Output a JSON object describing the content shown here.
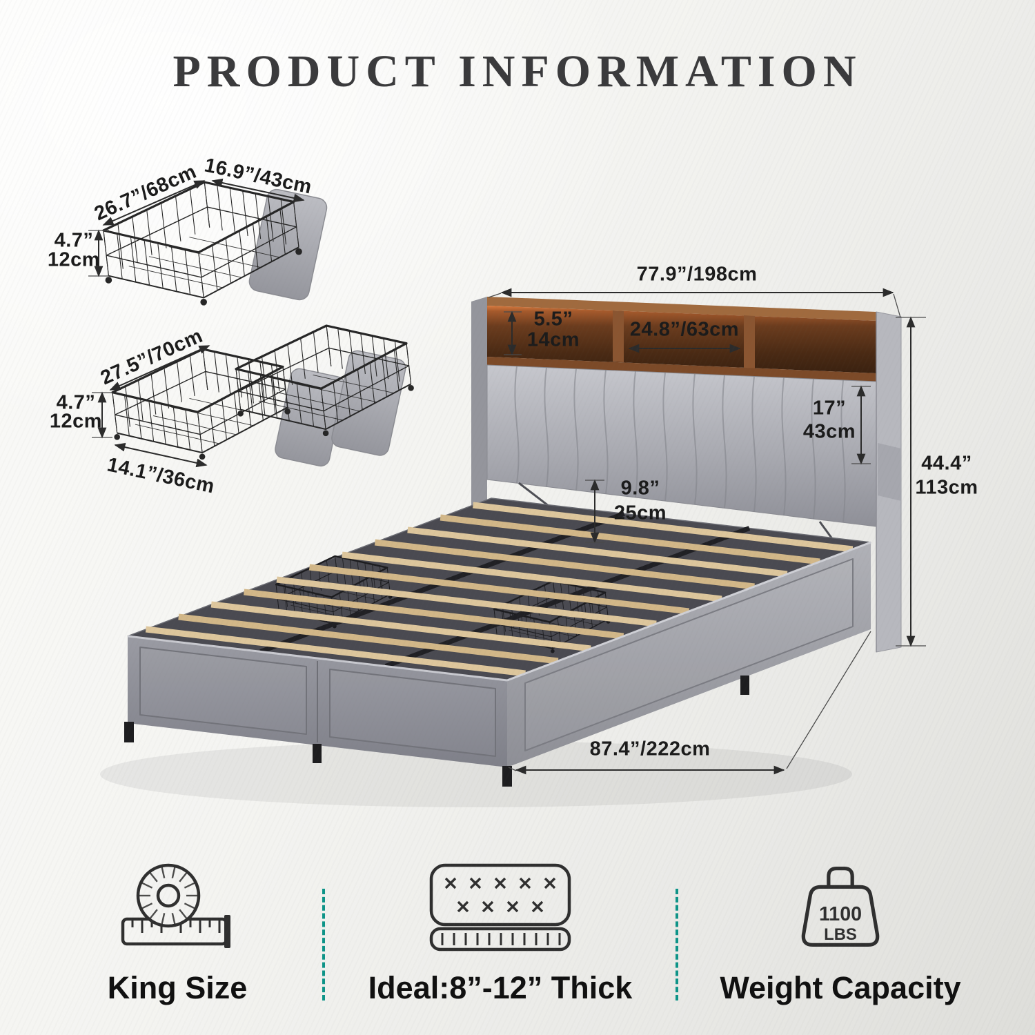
{
  "title": "PRODUCT INFORMATION",
  "drawer_single": {
    "depth_label": "26.7”/68cm",
    "width_label": "16.9”/43cm",
    "height_in": "4.7”",
    "height_cm": "12cm"
  },
  "drawer_double": {
    "depth_label": "27.5”/70cm",
    "height_in": "4.7”",
    "height_cm": "12cm",
    "width_label": "14.1”/36cm"
  },
  "bed": {
    "width": "77.9”/198cm",
    "shelf_height_in": "5.5”",
    "shelf_height_cm": "14cm",
    "shelf_width": "24.8”/63cm",
    "headboard_in": "17”",
    "headboard_cm": "43cm",
    "clearance_in": "9.8”",
    "clearance_cm": "25cm",
    "total_height_in": "44.4”",
    "total_height_cm": "113cm",
    "length": "87.4”/222cm"
  },
  "features": [
    {
      "icon": "measuring-tape-icon",
      "label": "King Size"
    },
    {
      "icon": "mattress-icon",
      "label": "Ideal:8”-12” Thick"
    },
    {
      "icon": "weight-icon",
      "label": "Weight Capacity",
      "badge_line1": "1100",
      "badge_line2": "LBS"
    }
  ],
  "colors": {
    "accent_teal": "#0d9488",
    "bed_gray": "#a7a8ae",
    "wood_brown": "#7c4a28",
    "slat_tan": "#dcc498",
    "text_dark": "#1b1b1b"
  }
}
